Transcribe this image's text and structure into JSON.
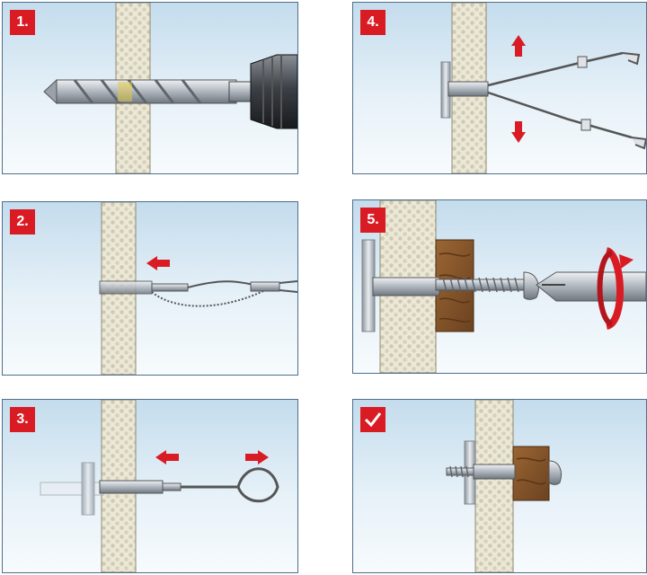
{
  "steps": [
    {
      "label": "1.",
      "action": "drill-hole"
    },
    {
      "label": "2.",
      "action": "insert-anchor"
    },
    {
      "label": "3.",
      "action": "pull-and-release"
    },
    {
      "label": "4.",
      "action": "bend-off-strap"
    },
    {
      "label": "5.",
      "action": "drive-screw"
    },
    {
      "label": "",
      "action": "finished",
      "icon": "checkmark-icon"
    }
  ],
  "colors": {
    "badge": "#d91c24",
    "arrow": "#d91c24",
    "sky_top": "#c4dced",
    "wall": "#ebe7d5",
    "wood": "#8b5a2b",
    "metal": "#a9b0b8"
  }
}
